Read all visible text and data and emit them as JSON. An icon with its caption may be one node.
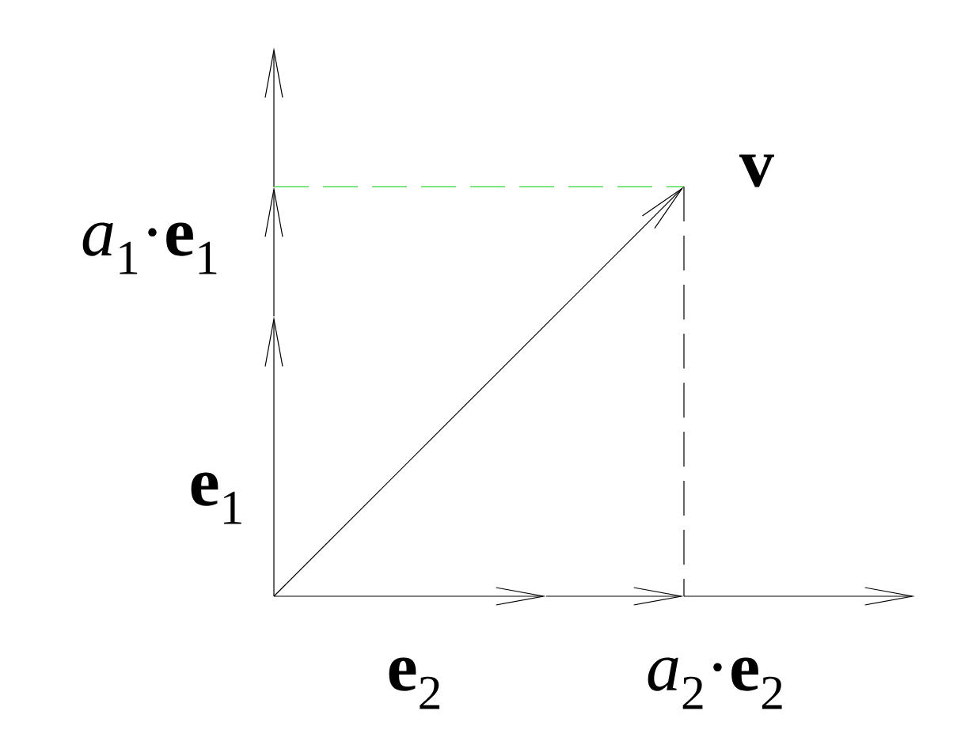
{
  "diagram": {
    "labels": [
      "**v**",
      "*a*$_{1}$·**e**$_{1}$",
      "**e**$_{1}$",
      "**e**$_{2}$",
      "*a*$_{2}$·**e**$_{2}$"
    ]
  }
}
